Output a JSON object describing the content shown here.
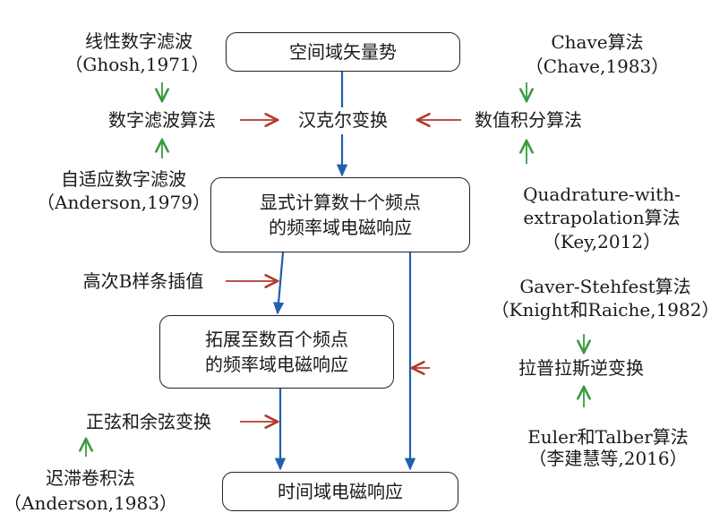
{
  "boxes": {
    "b1": "空间域矢量势",
    "b2_line1": "显式计算数十个频点",
    "b2_line2": "的频率域电磁响应",
    "b3_line1": "拓展至数百个频点",
    "b3_line2": "的频率域电磁响应",
    "b4": "时间域电磁响应"
  },
  "nodes": {
    "hankel": "汉克尔变换",
    "digital_filter": "数字滤波算法",
    "numeric_integration": "数值积分算法",
    "bspline": "高次B样条插值",
    "sine_cosine": "正弦和余弦变换",
    "laplace": "拉普拉斯逆变换"
  },
  "refs": {
    "linear_filter": {
      "name": "线性数字滤波",
      "cite": "（Ghosh,1971）"
    },
    "adaptive_filter": {
      "name": "自适应数字滤波",
      "cite": "（Anderson,1979）"
    },
    "chave": {
      "name": "Chave算法",
      "cite": "（Chave,1983）"
    },
    "quadrature": {
      "line1": "Quadrature-with-",
      "line2": "extrapolation算法",
      "cite": "（Key,2012）"
    },
    "lagged_conv": {
      "name": "迟滞卷积法",
      "cite": "（Anderson,1983）"
    },
    "gaver": {
      "name": "Gaver-Stehfest算法",
      "cite": "（Knight和Raiche,1982）"
    },
    "euler": {
      "name": "Euler和Talber算法",
      "cite": "（李建慧等,2016）"
    }
  },
  "colors": {
    "blue": "#1f5fb0",
    "red": "#b23a2e",
    "green": "#3a9a3e",
    "border": "#222222"
  }
}
